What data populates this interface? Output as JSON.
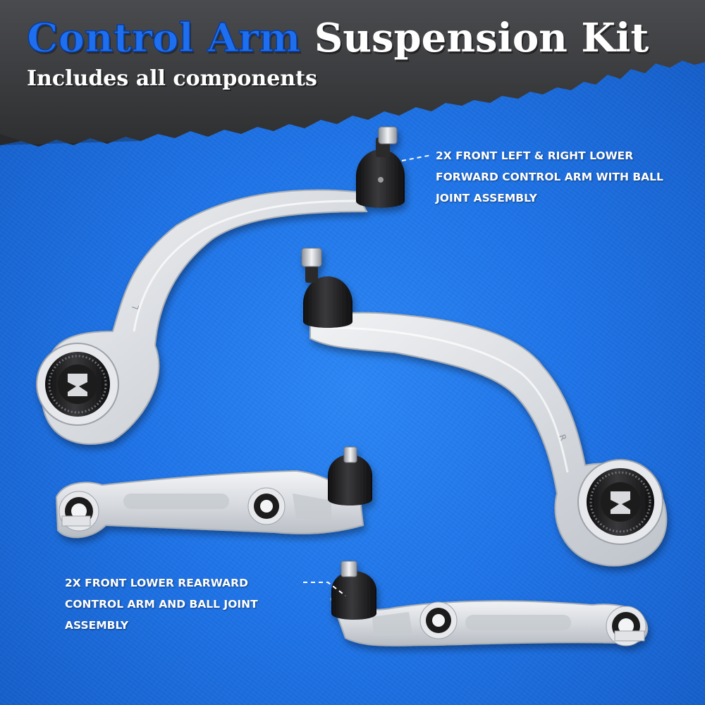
{
  "title": {
    "part1": "Control Arm",
    "part2": "Suspension Kit"
  },
  "subtitle": "Includes all components",
  "callouts": {
    "forward": "2X FRONT LEFT & RIGHT LOWER FORWARD CONTROL ARM WITH BALL JOINT ASSEMBLY",
    "rearward": "2X FRONT LOWER REARWARD CONTROL ARM AND BALL JOINT ASSEMBLY"
  },
  "arm_marks": {
    "left": "L",
    "right": "R"
  },
  "colors": {
    "background_blue": "#1f73e6",
    "header_gray": "#3a3b3d",
    "title_blue": "#1e6ff0",
    "arm_silver": "#dcdfe3",
    "bushing_black": "#1b1b1d"
  }
}
